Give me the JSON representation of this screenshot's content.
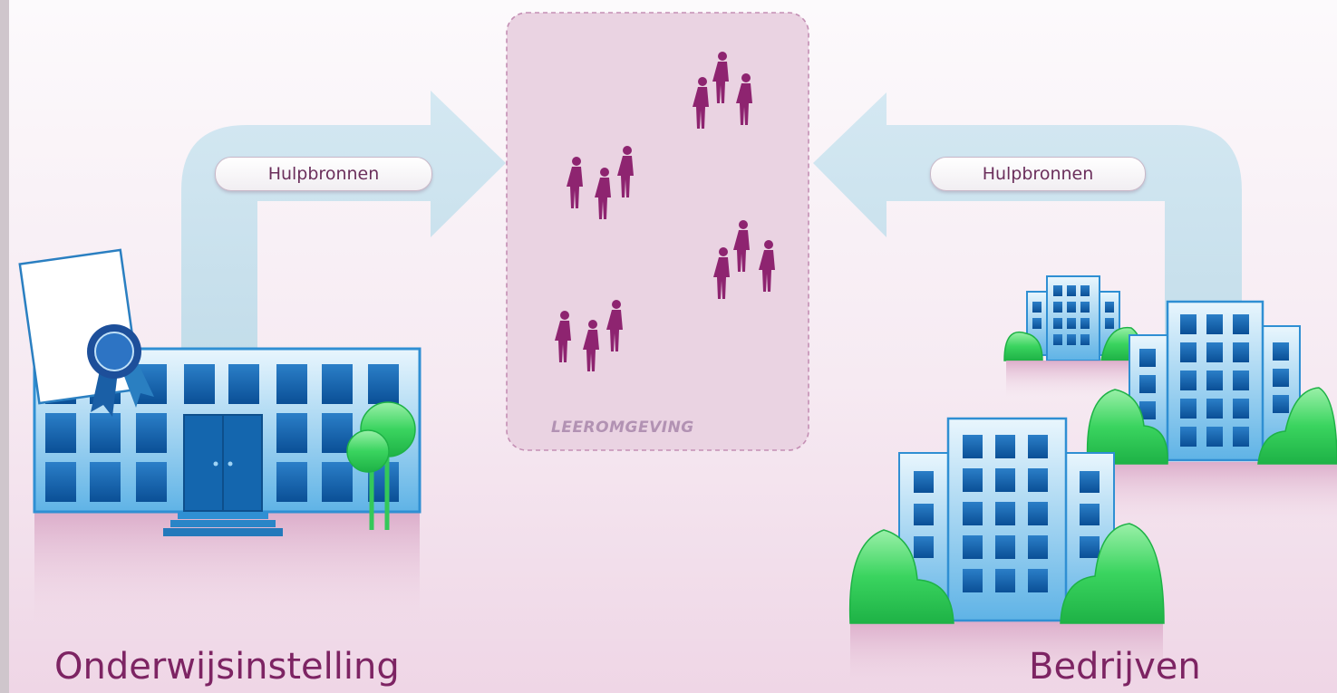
{
  "diagram": {
    "left_arrow_label": "Hulpbronnen",
    "right_arrow_label": "Hulpbronnen",
    "environment_label": "LEEROMGEVING",
    "left_caption": "Onderwijsinstelling",
    "right_caption": "Bedrijven"
  },
  "colors": {
    "background_top": "#fbf8fb",
    "background_bottom": "#f1dcea",
    "arrow": "#cfe4ef",
    "environment_fill": "#ead3e2",
    "environment_border": "#c48fb4",
    "people": "#8e2470",
    "building_blue": "#2f8fd3",
    "window_blue": "#0d5fa8",
    "tree_green": "#2fcf57",
    "caption_text": "#7d2463"
  },
  "icons": [
    "certificate-icon",
    "award-ribbon-icon",
    "school-building-icon",
    "office-building-icon",
    "tree-icon",
    "person-icon"
  ]
}
